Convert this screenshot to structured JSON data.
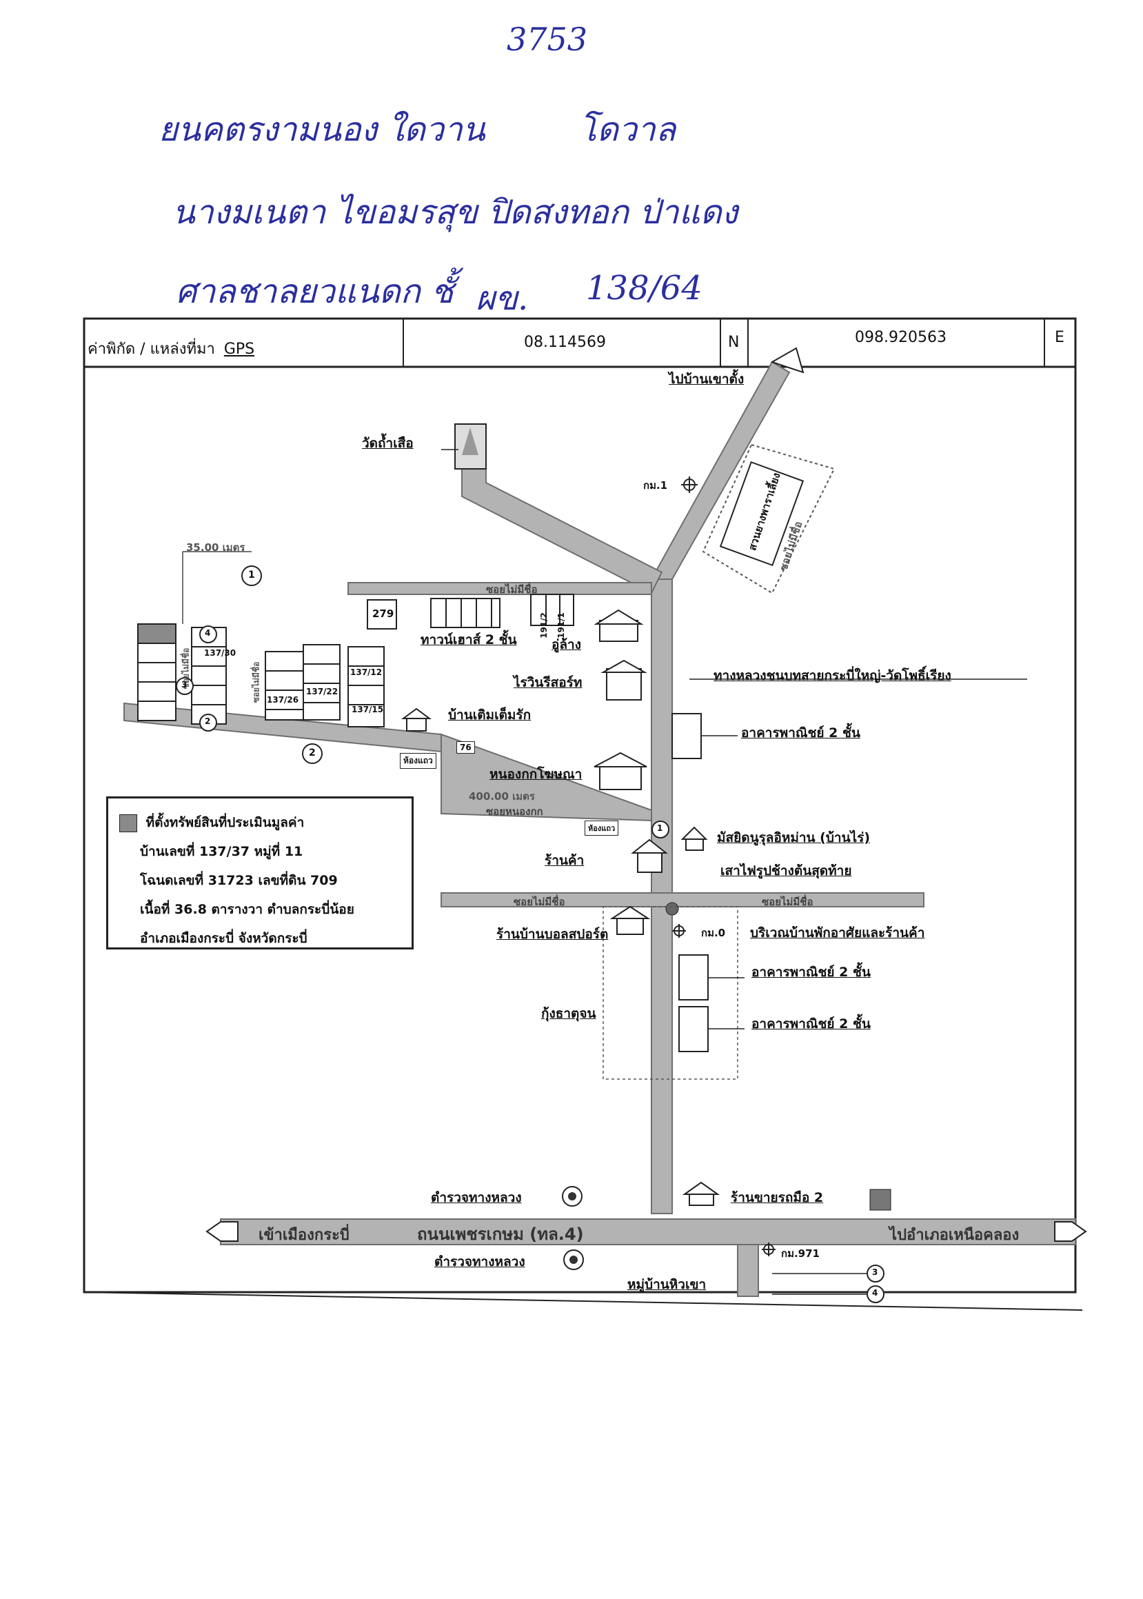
{
  "handwriting": {
    "stamp_number": "3753",
    "line1_left": "ยนคตรงามนอง ใดวาน",
    "line1_right": "โดวาล",
    "line2": "นางมเนตา ไขอมรสุข ปิดสงทอก ป่าแดง",
    "line3_left": "ศาลชาลยวแนดก ชั้",
    "line3_mid": "ผข.",
    "line3_right": "138/64"
  },
  "header": {
    "coord_label": "ค่าพิกัด / แหล่งที่มา",
    "coord_source": "GPS",
    "latitude": "08.114569",
    "lat_dir": "N",
    "longitude": "098.920563",
    "lon_dir": "E"
  },
  "labels": {
    "to_khao_tang": "ไปบ้านเขาตั้ง",
    "wat_tham_suea": "วัดถ้ำเสือ",
    "km1": "กม.1",
    "rubber_plantation": "สวนยางพาราเลี้ยง",
    "soi_no_name_top": "ซอยไม่มีชื่อ",
    "soi_no_name_right": "ซอยไม่มีชื่อ",
    "scale_35": "35.00 เมตร",
    "townhouse": "ทาวน์เฮาส์ 2 ชั้น",
    "car_garage": "อู่ล้าง",
    "resort": "ไรวินรีสอร์ท",
    "rural_road": "ทางหลวงชนบทสายกระบี่ใหญ่-วัดโพธิ์เรียง",
    "commercial_2f_a": "อาคารพาณิชย์ 2 ชั้น",
    "ban_toem_tem_rak": "บ้านเติมเต็มรัก",
    "hong_thaeo_1": "ห้องแถว",
    "house_76": "76",
    "nong_kok": "หนองกกโฆษณา",
    "scale_400": "400.00 เมตร",
    "soi_nong_kok": "ซอยหนองกก",
    "hong_thaeo_2": "ห้องแถว",
    "mosque": "มัสยิดนูรุลอิหม่าน (บ้านไร่)",
    "shop": "ร้านค้า",
    "last_pole": "เสาไฟรูปช้างต้นสุดท้าย",
    "soi_left": "ซอยไม่มีชื่อ",
    "soi_right": "ซอยไม่มีชื่อ",
    "bolsport": "ร้านบ้านบอลสปอร์ต",
    "km0": "กม.0",
    "residence_area": "บริเวณบ้านพักอาศัยและร้านค้า",
    "commercial_2f_b": "อาคารพาณิชย์ 2 ชั้น",
    "kung_that_chon": "กุ้งธาตุจน",
    "commercial_2f_c": "อาคารพาณิชย์ 2 ชั้น",
    "police_1": "ตำรวจทางหลวง",
    "used_car": "ร้านขายรถมือ 2",
    "to_krabi_town": "เข้าเมืองกระบี่",
    "phetkasem_road": "ถนนเพชรเกษม (ทล.4)",
    "to_nuea_khlong": "ไปอำเภอเหนือคลอง",
    "km971": "กม.971",
    "police_2": "ตำรวจทางหลวง",
    "village_hio_khao": "หมู่บ้านหิวเขา",
    "plot_279": "279",
    "plot_191_2": "191/2",
    "plot_191_1": "191/1",
    "plot_137_30": "137/30",
    "plot_137_26": "137/26",
    "plot_137_22": "137/22",
    "plot_137_12": "137/12",
    "plot_137_15": "137/15",
    "soi_label_vertical": "ซอยไม่มีชื่อ",
    "circle_1": "1",
    "circle_2": "2",
    "circle_3": "3",
    "circle_4": "4"
  },
  "legend": {
    "title": "ที่ตั้งทรัพย์สินที่ประเมินมูลค่า",
    "house": "บ้านเลขที่  137/37 หมู่ที่ 11",
    "deed": "โฉนดเลขที่ 31723 เลขที่ดิน 709",
    "area": "เนื้อที่ 36.8  ตารางวา ตำบลกระบี่น้อย",
    "district": "อำเภอเมืองกระบี่  จังหวัดกระบี่"
  },
  "colors": {
    "road_fill": "#b3b3b3",
    "road_edge": "#6e6e6e",
    "ink": "#2a2f9e",
    "subject_plot": "#8a8a8a"
  }
}
